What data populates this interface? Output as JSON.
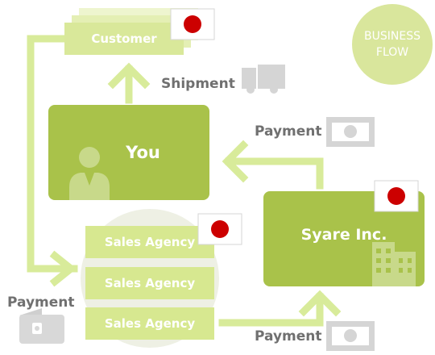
{
  "badge": {
    "line1": "BUSINESS",
    "line2": "FLOW"
  },
  "nodes": {
    "customer": "Customer",
    "you": "You",
    "syare": "Syare Inc.",
    "agencies": [
      "Sales Agency",
      "Sales Agency",
      "Sales Agency"
    ]
  },
  "edges": {
    "shipment": "Shipment",
    "payment_top": "Payment",
    "payment_left": "Payment",
    "payment_bottom": "Payment"
  },
  "colors": {
    "box_dark": "#a9c24a",
    "box_light": "#d9e89a",
    "arrow": "#d8eb9a",
    "label_text": "#707070",
    "icon_gray": "#d5d5d5",
    "flag_red": "#cc0000"
  },
  "icons": [
    "japan-flag-icon",
    "truck-icon",
    "cash-icon",
    "person-icon",
    "building-icon",
    "wallet-icon"
  ]
}
